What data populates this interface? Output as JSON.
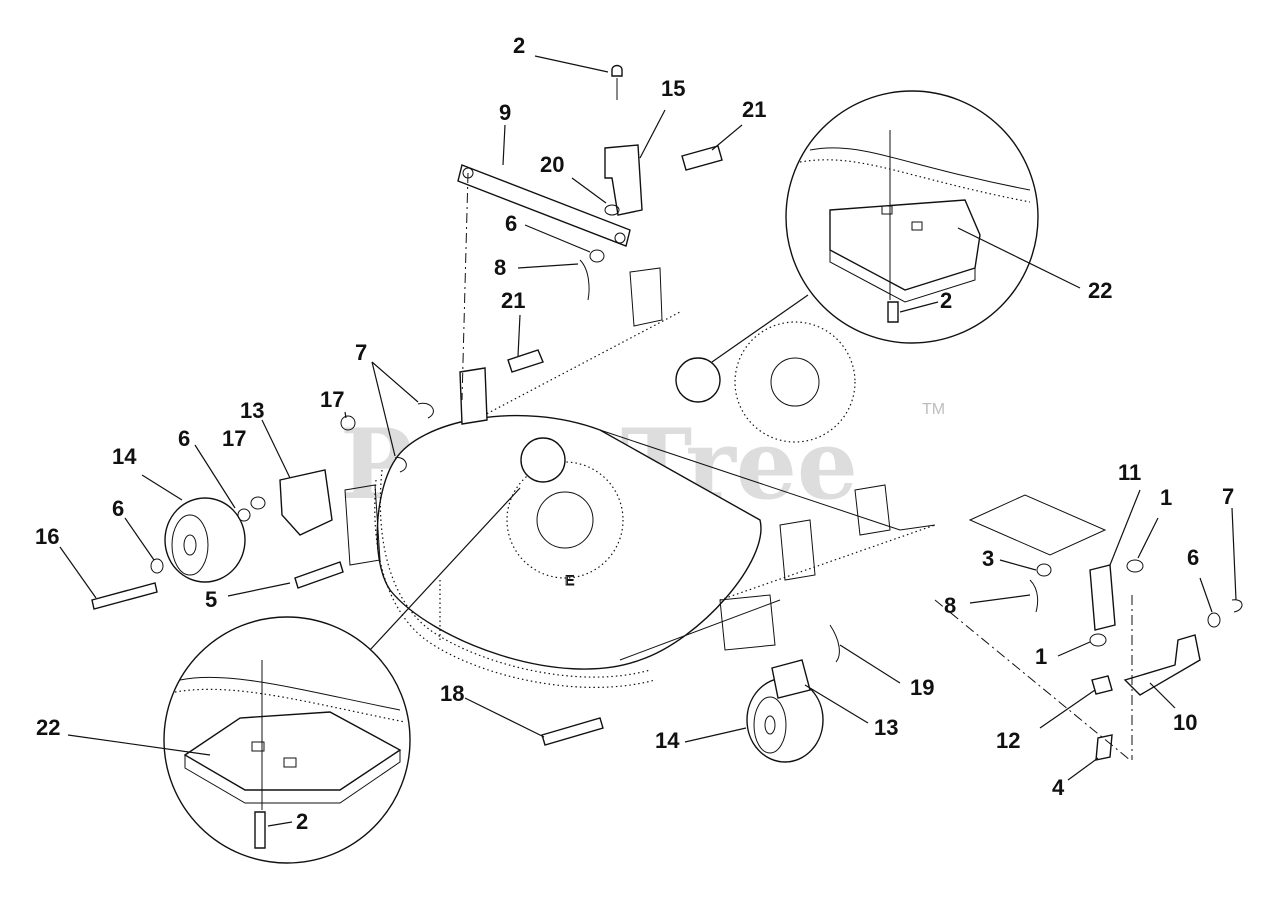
{
  "watermark": {
    "text": "PartsTree",
    "tm": "TM"
  },
  "callouts": {
    "c1": "1",
    "c2": "2",
    "c3": "3",
    "c4": "4",
    "c5": "5",
    "c6": "6",
    "c7": "7",
    "c8": "8",
    "c9": "9",
    "c10": "10",
    "c11": "11",
    "c12": "12",
    "c13": "13",
    "c14": "14",
    "c15": "15",
    "c16": "16",
    "c17": "17",
    "c18": "18",
    "c19": "19",
    "c20": "20",
    "c21": "21",
    "c22": "22"
  },
  "deck_marking": "E"
}
